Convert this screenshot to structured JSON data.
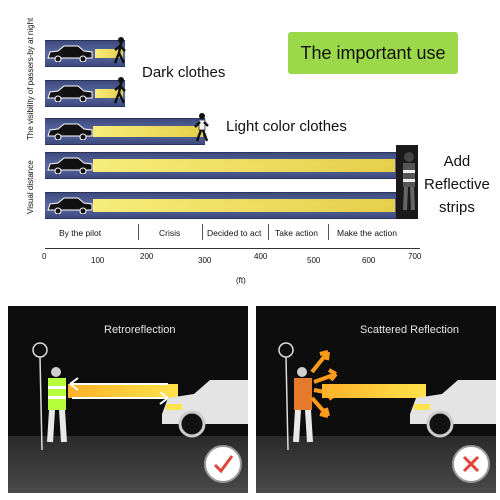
{
  "top": {
    "y_axis_label_top": "The visibility of passers-by at night",
    "y_axis_label_bottom": "Visual distance",
    "badge": "The important use",
    "rows": [
      {
        "label": "Dark clothes"
      },
      {
        "label": "Light color clothes"
      },
      {
        "label": "Add\nReflective\nstrips"
      }
    ],
    "stages": [
      "By the pilot",
      "Crisis",
      "Decided to act",
      "Take action",
      "Make the action"
    ],
    "axis": {
      "ticks": [
        "0",
        "100",
        "200",
        "300",
        "400",
        "500",
        "600",
        "700"
      ],
      "unit": "(ft)"
    }
  },
  "panels": {
    "left": {
      "title": "Retroreflection",
      "verdict": "check-mark-icon",
      "verdict_color": "#e0443a"
    },
    "right": {
      "title": "Scattered Reflection",
      "verdict": "x-mark-icon",
      "verdict_color": "#e0443a"
    }
  },
  "colors": {
    "beam": "#ffe34a",
    "band": "#4b5a92",
    "badge": "#9bd84a",
    "vest": "#b6ff3a",
    "orange_arrow": "#ff9a1a"
  }
}
